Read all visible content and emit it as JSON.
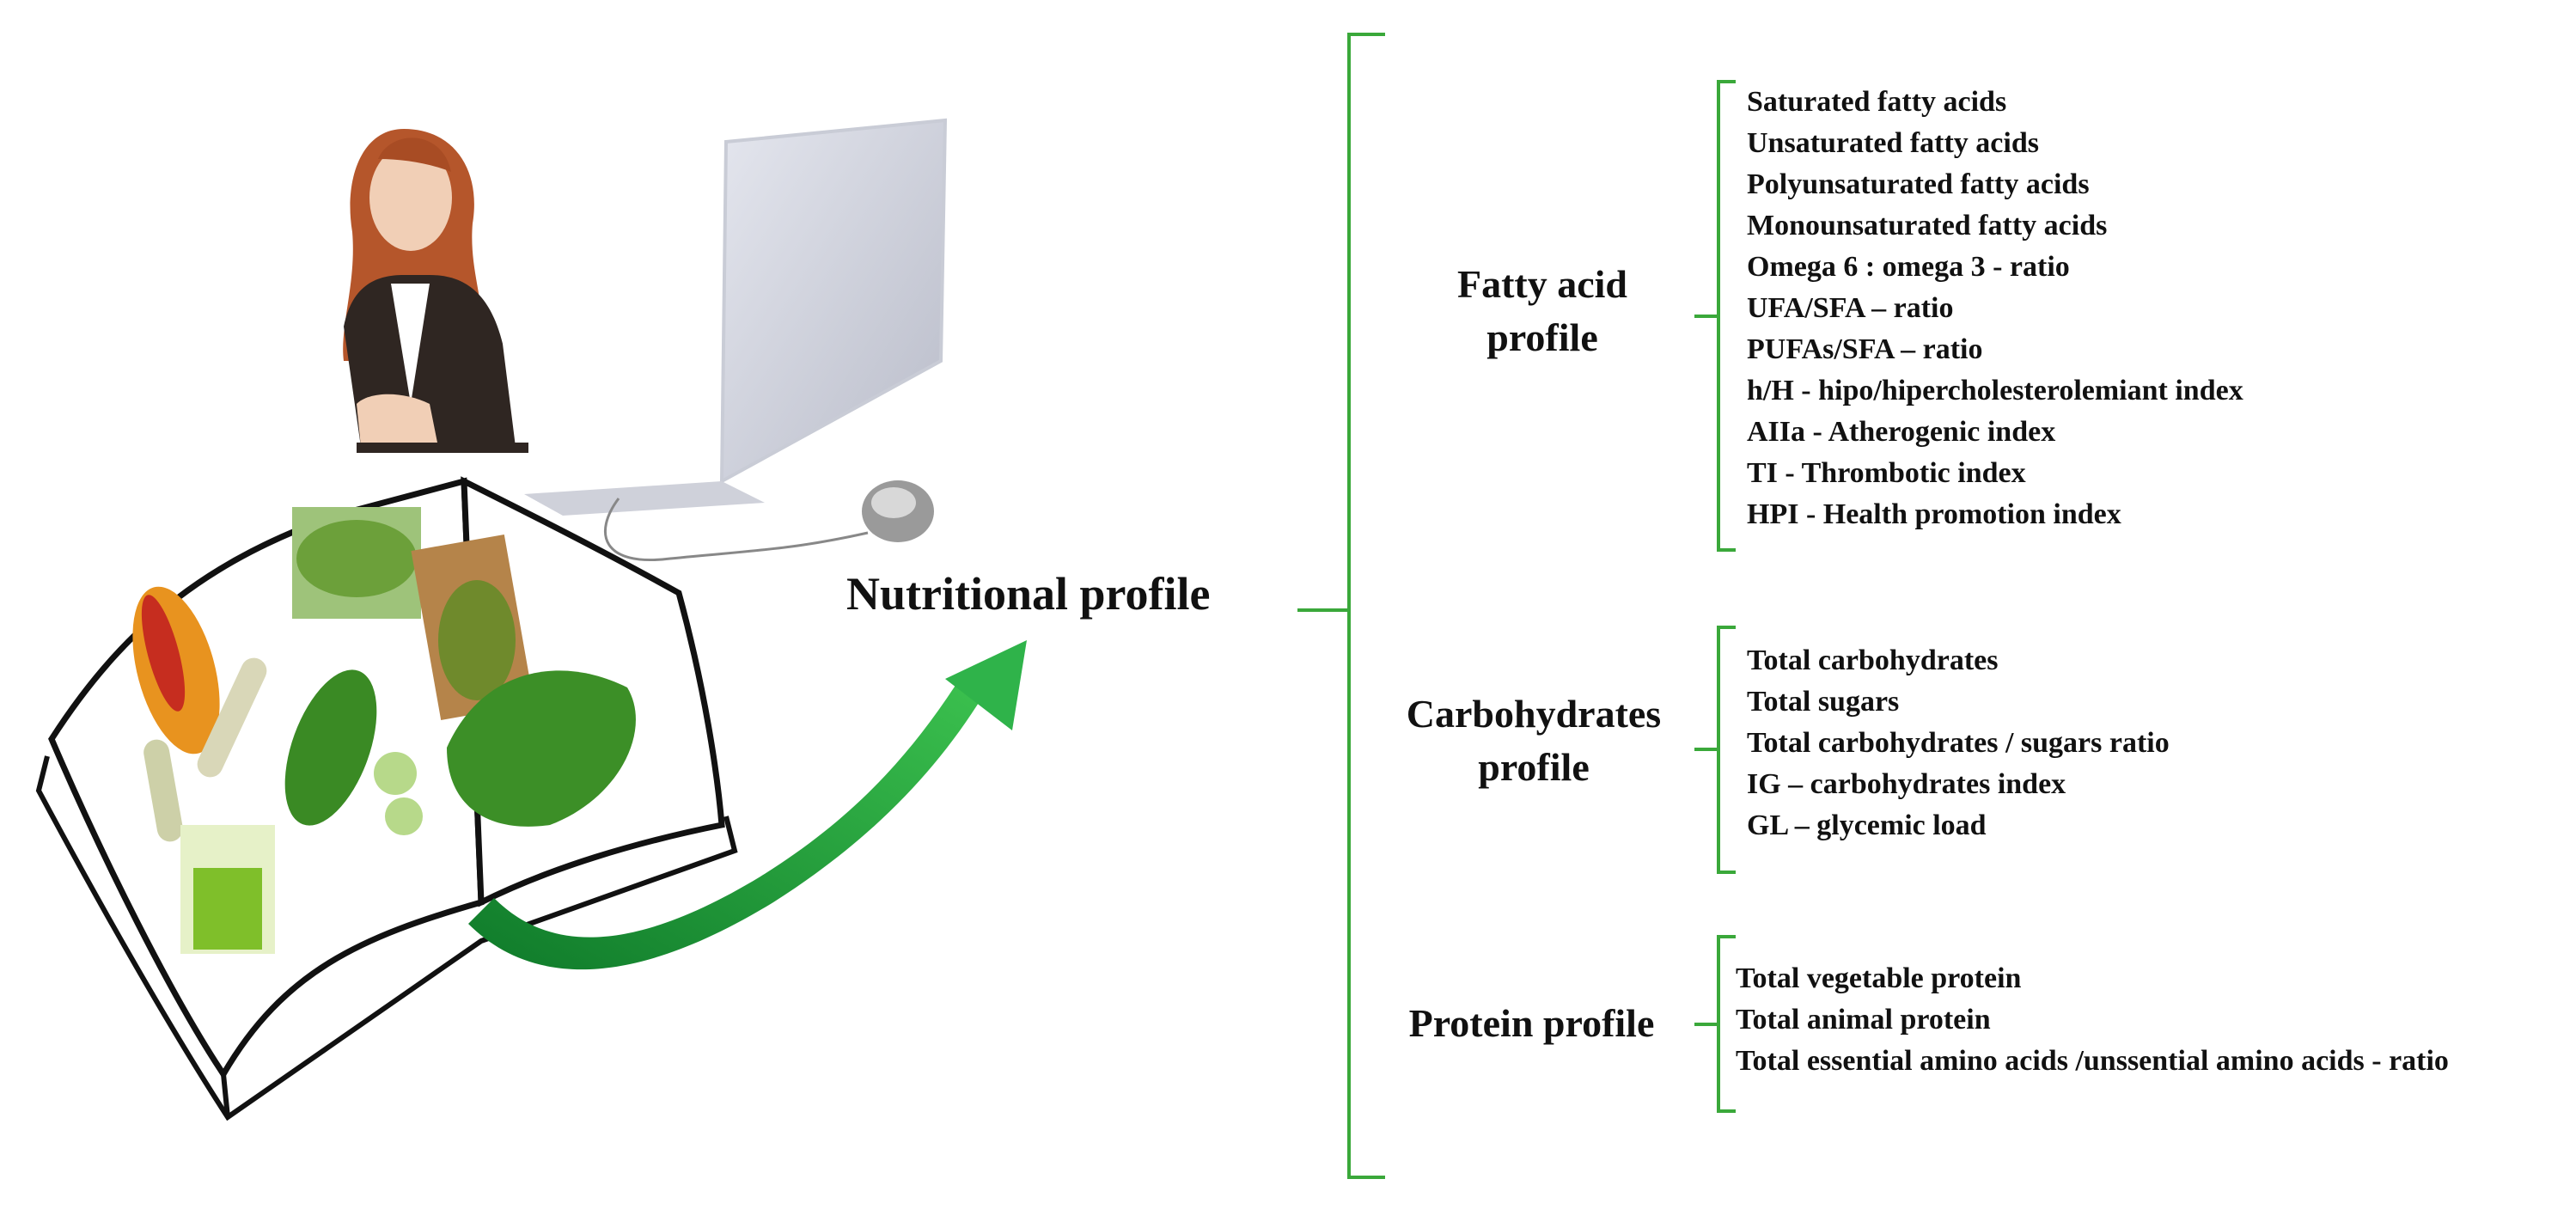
{
  "diagram": {
    "main_label": "Nutritional profile",
    "colors": {
      "bracket": "#3aa83a",
      "arrow": "#1f9a3a",
      "text": "#111111"
    },
    "icons": [
      "woman-at-desk-icon",
      "laptop-icon",
      "computer-mouse-icon",
      "open-book-icon",
      "bitter-melon-icon",
      "curved-arrow-icon"
    ],
    "sections": [
      {
        "label_line1": "Fatty acid",
        "label_line2": "profile",
        "items": [
          "Saturated fatty acids",
          "Unsaturated fatty acids",
          "Polyunsaturated fatty acids",
          "Monounsaturated fatty acids",
          "Omega 6 : omega 3 - ratio",
          "UFA/SFA – ratio",
          "PUFAs/SFA – ratio",
          "h/H - hipo/hipercholesterolemiant index",
          "AIIa - Atherogenic index",
          "TI - Thrombotic index",
          "HPI - Health promotion index"
        ]
      },
      {
        "label_line1": "Carbohydrates",
        "label_line2": "profile",
        "items": [
          "Total carbohydrates",
          "Total sugars",
          "Total carbohydrates / sugars ratio",
          "IG – carbohydrates index",
          "GL – glycemic load"
        ]
      },
      {
        "label_line1": "Protein profile",
        "label_line2": "",
        "items": [
          "Total vegetable protein",
          "Total animal protein",
          "Total essential amino acids /unssential amino acids - ratio"
        ]
      }
    ]
  }
}
